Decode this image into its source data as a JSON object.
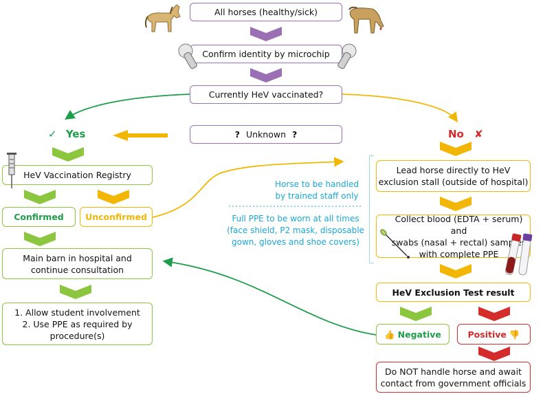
{
  "colors": {
    "purple": "#9b6fb3",
    "green": "#8cc63f",
    "dark_green": "#1e9e4a",
    "yellow": "#f2b705",
    "red": "#d42b2b",
    "blue_note": "#1aa7d6"
  },
  "top": {
    "all_horses": "All horses (healthy/sick)",
    "confirm_identity": "Confirm identity by microchip",
    "vaccinated_question": "Currently HeV vaccinated?",
    "unknown": "Unknown",
    "question_mark": "?"
  },
  "left": {
    "yes_label": "Yes",
    "check_icon": "✓",
    "registry": "HeV Vaccination Registry",
    "confirmed": "Confirmed",
    "unconfirmed": "Unconfirmed",
    "main_barn_line1": "Main barn in hospital and",
    "main_barn_line2": "continue consultation",
    "student_line1": "1. Allow student involvement",
    "student_line2": "2. Use PPE as required by",
    "student_line3": "procedure(s)"
  },
  "notes": {
    "handled_line1": "Horse to be handled",
    "handled_line2": "by trained staff only",
    "ppe_line1": "Full PPE to be worn at all times",
    "ppe_line2": "(face shield, P2 mask, disposable",
    "ppe_line3": "gown, gloves and shoe covers)"
  },
  "right": {
    "no_label": "No",
    "cross_icon": "✘",
    "lead_line1": "Lead horse directly to HeV",
    "lead_line2": "exclusion stall (outside of hospital)",
    "collect_line1": "Collect blood (EDTA + serum) and",
    "collect_line2": "swabs (nasal + rectal) samples",
    "collect_line3": "with complete PPE",
    "exclusion_result": "HeV Exclusion Test result",
    "negative": "Negative",
    "positive": "Positive",
    "thumbs_up_icon": "👍",
    "thumbs_down_icon": "👎",
    "donot_line1": "Do NOT handle horse and await",
    "donot_line2": "contact from government officials"
  },
  "icons": {
    "healthy_horse": "healthy-horse-icon",
    "sick_horse": "sick-horse-icon",
    "microchip_scanner": "microchip-scanner-icon",
    "syringe": "syringe-icon",
    "swab": "swab-icon",
    "blood_tubes": "blood-tube-icon"
  }
}
